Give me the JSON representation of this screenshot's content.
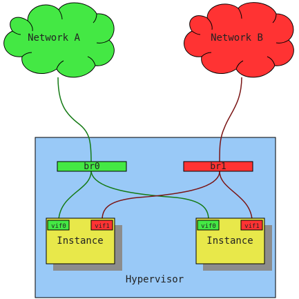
{
  "networks": [
    {
      "id": "a",
      "label": "Network A",
      "color": "#44e844"
    },
    {
      "id": "b",
      "label": "Network B",
      "color": "#ff3333"
    }
  ],
  "hypervisor": {
    "label": "Hypervisor",
    "color": "#99c9f7"
  },
  "bridges": [
    {
      "id": "br0",
      "label": "br0",
      "color": "#44e844"
    },
    {
      "id": "br1",
      "label": "br1",
      "color": "#ff3333"
    }
  ],
  "instances": [
    {
      "label": "Instance",
      "vifs": [
        "vif0",
        "vif1"
      ]
    },
    {
      "label": "Instance",
      "vifs": [
        "vif0",
        "vif1"
      ]
    }
  ],
  "colors": {
    "wire_green": "#147a14",
    "wire_red": "#7a1414",
    "instance_fill": "#e8e84a",
    "shadow": "#8c8c8c"
  }
}
